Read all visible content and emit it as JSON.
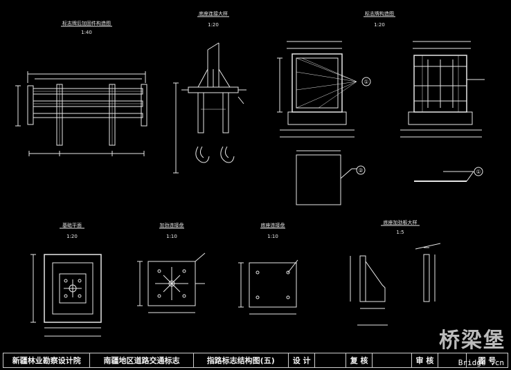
{
  "views": {
    "guardrail": {
      "title": "标志牌后加固件构造图",
      "scale": "1:40"
    },
    "base_detail": {
      "title": "底座连接大样",
      "scale": "1:20"
    },
    "front_view": {
      "title": "标志牌构造图",
      "scale": "1:20"
    },
    "plan": {
      "title": "基础平面",
      "scale": "1:20"
    },
    "plate_a": {
      "title": "加劲连接盘",
      "scale": "1:10"
    },
    "plate_b": {
      "title": "底座连接盘",
      "scale": "1:10"
    },
    "bracket": {
      "title": "底座加劲板大样",
      "scale": "1:5"
    }
  },
  "callouts": [
    "①",
    "②",
    "①"
  ],
  "titlebar": {
    "org": "新疆林业勘察设计院",
    "project": "南疆地区道路交通标志",
    "drawing": "指路标志结构图(五)",
    "design": "设 计",
    "review": "复 核",
    "approve": "审 核",
    "drawing_no": "图 号"
  },
  "watermark": {
    "cn": "桥梁堡",
    "url": "Bridge   .cn"
  },
  "colors": {
    "bg": "#000000",
    "line": "#e8e8e8"
  }
}
